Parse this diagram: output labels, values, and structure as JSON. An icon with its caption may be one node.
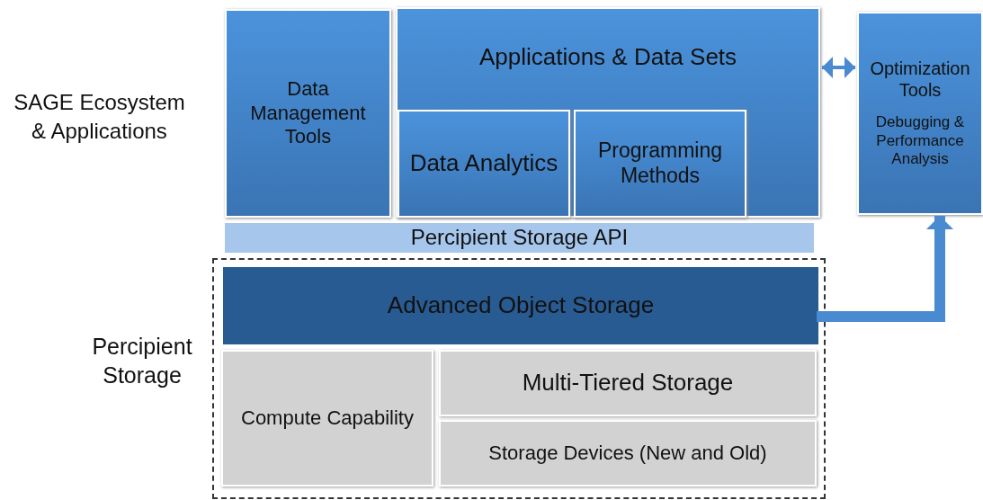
{
  "diagram": {
    "nodes": [
      {
        "text": [
          "Data Management Tools"
        ]
      },
      {
        "text": [
          "Applications & Data Sets"
        ]
      },
      {
        "text": [
          "Data Analytics"
        ],
        "in": 1
      },
      {
        "text": [
          "Programming Methods"
        ],
        "in": 1
      },
      {
        "text": [
          "Optimization Tools",
          "Debugging & Performance Analysis"
        ]
      },
      {
        "text": [
          "Percipient Storage API"
        ]
      },
      {
        "text": [
          "Percipient Storage"
        ]
      },
      {
        "text": [
          "Advanced Object Storage"
        ],
        "in": 6
      },
      {
        "text": [
          "Compute Capability"
        ],
        "in": 6
      },
      {
        "text": [
          "Multi-Tiered Storage"
        ],
        "in": 6
      },
      {
        "text": [
          "Storage Devices (New and Old)"
        ],
        "in": 6
      }
    ],
    "edges": [
      {
        "from": 1,
        "to": 4,
        "arrow": "both"
      },
      {
        "from": 7,
        "to": 4,
        "arrow": "to",
        "style": "thick"
      }
    ],
    "labels": [
      "SAGE Ecosystem & Applications"
    ]
  }
}
